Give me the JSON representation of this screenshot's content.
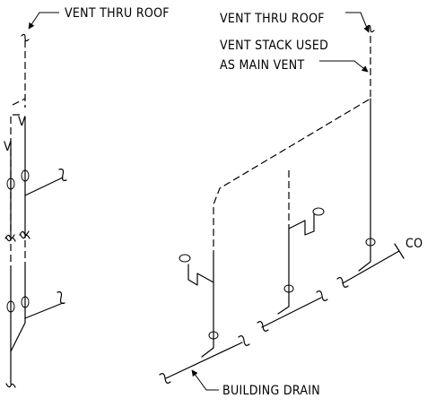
{
  "labels": {
    "vent_thru_roof_left": "VENT THRU ROOF",
    "vent_thru_roof_right": "VENT THRU ROOF",
    "vent_stack_line1": "VENT STACK USED",
    "vent_stack_line2": "AS MAIN VENT",
    "cleanout": "CO",
    "building_drain": "BUILDING DRAIN"
  }
}
